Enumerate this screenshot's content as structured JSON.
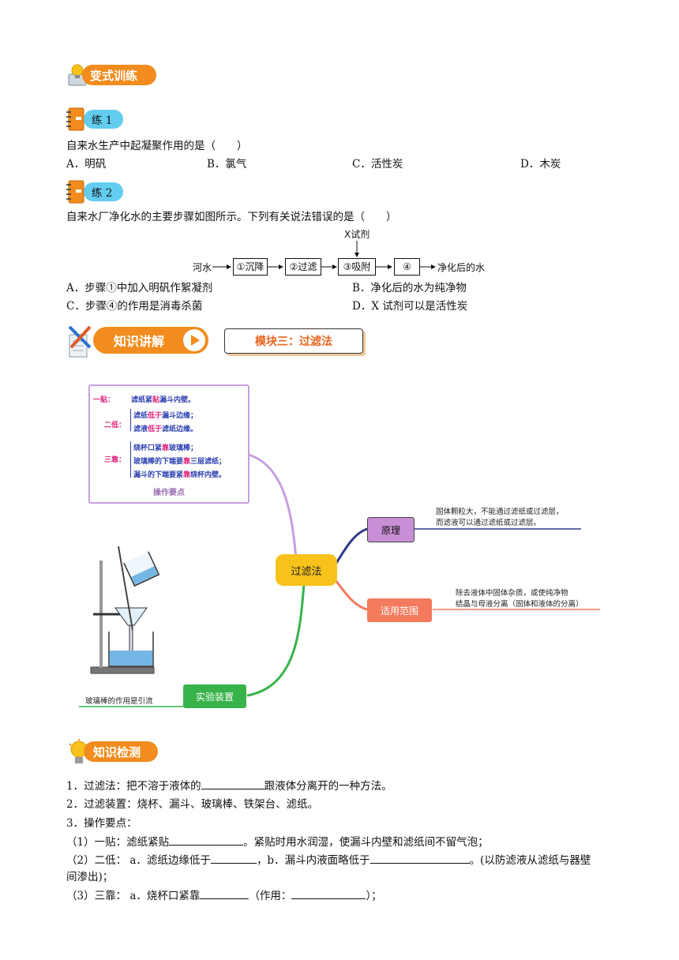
{
  "headers": {
    "variant_training": "变式训练",
    "knowledge_explain": "知识讲解",
    "module_title": "模块三：过滤法",
    "knowledge_check": "知识检测"
  },
  "exercise1": {
    "label": "练 1",
    "question": "自来水生产中起凝聚作用的是（　　）",
    "options": [
      "A．明矾",
      "B．氯气",
      "C．活性炭",
      "D．木炭"
    ]
  },
  "exercise2": {
    "label": "练 2",
    "question": "自来水厂净化水的主要步骤如图所示。下列有关说法错误的是（　　）",
    "flow": {
      "input": "河水",
      "steps": [
        "①沉降",
        "②过滤",
        "③吸附",
        "④"
      ],
      "reagent": "X试剂",
      "output": "净化后的水"
    },
    "options": [
      "A．步骤①中加入明矾作絮凝剂",
      "B．净化后的水为纯净物",
      "C．步骤④的作用是消毒杀菌",
      "D．X 试剂可以是活性炭"
    ]
  },
  "mindmap": {
    "center": "过滤法",
    "principle_label": "原理",
    "principle_text": [
      "固体颗粒大，不能通过滤纸或过滤层，",
      "而滤液可以通过滤纸或过滤层。"
    ],
    "scope_label": "适用范围",
    "scope_text": [
      "除去液体中固体杂质，或使纯净物",
      "结晶与母液分离（固体和液体的分离）"
    ],
    "apparatus_label": "实验装置",
    "apparatus_text": "玻璃棒的作用是引流",
    "ops_title": "操作要点",
    "ops": {
      "one_tie_label": "一贴：",
      "one_tie_pre": "滤纸紧",
      "one_tie_key": "贴",
      "one_tie_post": "漏斗内壁。",
      "two_low_label": "二低：",
      "low1_pre": "滤纸",
      "low1_key": "低于",
      "low1_post": "漏斗边缘；",
      "low2_pre": "滤液",
      "low2_key": "低于",
      "low2_post": "滤纸边缘。",
      "three_lean_label": "三靠：",
      "lean1_pre": "烧杯口紧",
      "lean1_key": "靠",
      "lean1_post": "玻璃棒；",
      "lean2_pre": "玻璃棒的下端要",
      "lean2_key": "靠",
      "lean2_post": "三层滤纸；",
      "lean3_pre": "漏斗的下端要紧",
      "lean3_key": "靠",
      "lean3_post": "烧杯内壁。"
    }
  },
  "check": {
    "q1_pre": "1．过滤法：把不溶于液体的",
    "q1_post": "跟液体分离开的一种方法。",
    "q2": "2．过滤装置：烧杯、漏斗、玻璃棒、铁架台、滤纸。",
    "q3": "3．操作要点：",
    "q3_1_pre": "（1）一贴：滤纸紧贴",
    "q3_1_post": "。紧贴时用水润湿，使漏斗内壁和滤纸间不留气泡；",
    "q3_2_pre": "（2）二低：  a．滤纸边缘低于",
    "q3_2_mid": "，b．漏斗内液面略低于",
    "q3_2_post": "。(以防滤液从滤纸与器壁",
    "q3_2_cont": "间渗出)；",
    "q3_3_pre": "（3）三靠：  a．烧杯口紧靠",
    "q3_3_mid": "（作用：",
    "q3_3_post": "）；"
  },
  "colors": {
    "orange_header": "#f28c1e",
    "cyan_pill": "#62cdf0",
    "purple": "#c79ee0",
    "principle_box": "#c98fd6",
    "scope_box": "#f47a5e",
    "apparatus_box": "#37b34a",
    "center_box": "#f7c21a",
    "key_red": "#e0207a",
    "ops_blue": "#2c3fb0"
  }
}
